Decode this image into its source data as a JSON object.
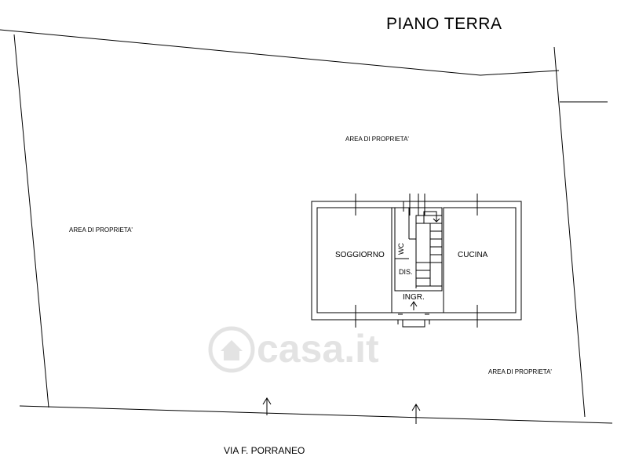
{
  "title": "PIANO TERRA",
  "property_area_label": "AREA DI PROPRIETA'",
  "rooms": {
    "living": "SOGGIORNO",
    "kitchen": "CUCINA",
    "wc": "WC",
    "hallway": "DIS.",
    "entrance": "INGR."
  },
  "street": "VIA F. PORRANEO",
  "watermark": "casa.it"
}
